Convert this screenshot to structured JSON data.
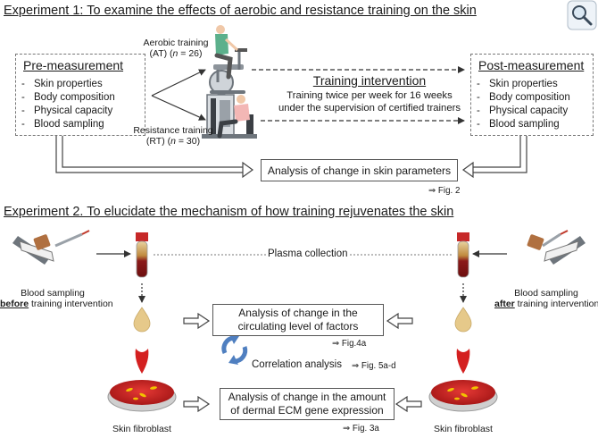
{
  "exp1": {
    "title": "Experiment 1: To examine the effects of aerobic and resistance training on the skin",
    "pre": {
      "title": "Pre-measurement",
      "items": [
        "Skin properties",
        "Body composition",
        "Physical capacity",
        "Blood sampling"
      ]
    },
    "post": {
      "title": "Post-measurement",
      "items": [
        "Skin properties",
        "Body composition",
        "Physical capacity",
        "Blood sampling"
      ]
    },
    "aerobic": {
      "label": "Aerobic training",
      "abbr": "(AT) (",
      "n_var": "n",
      "n_value": " = 26)"
    },
    "resistance": {
      "label": "Resistance training",
      "abbr": "(RT) (",
      "n_var": "n",
      "n_value": " = 30)"
    },
    "intervention": {
      "title": "Training intervention",
      "line1": "Training twice per week for 16 weeks",
      "line2": "under the supervision of certified trainers"
    },
    "analysis": "Analysis of change in skin parameters",
    "ref": "⇒ Fig. 2"
  },
  "exp2": {
    "title": "Experiment 2. To elucidate the mechanism of how training rejuvenates the skin",
    "plasma": "Plasma collection",
    "left_sampling": {
      "line1": "Blood sampling",
      "bold": "before",
      "rest": " training intervention"
    },
    "right_sampling": {
      "line1": "Blood sampling",
      "bold": "after",
      "rest": " training intervention"
    },
    "factors": {
      "line1": "Analysis of change in the",
      "line2": "circulating level of factors",
      "ref": "⇒ Fig.4a"
    },
    "correlation": {
      "label": "Correlation analysis",
      "ref": "⇒ Fig. 5a-d"
    },
    "ecm": {
      "line1": "Analysis of change in the amount",
      "line2": "of dermal ECM gene expression",
      "ref": "⇒ Fig. 3a"
    },
    "fibroblast_left": "Skin fibroblast",
    "fibroblast_right": "Skin fibroblast"
  },
  "colors": {
    "blood": "#8b1a1a",
    "plasma": "#e6c98a",
    "red_arrow": "#d42020",
    "cycle_arrow": "#4f7fc0",
    "dish": "#c62828"
  }
}
